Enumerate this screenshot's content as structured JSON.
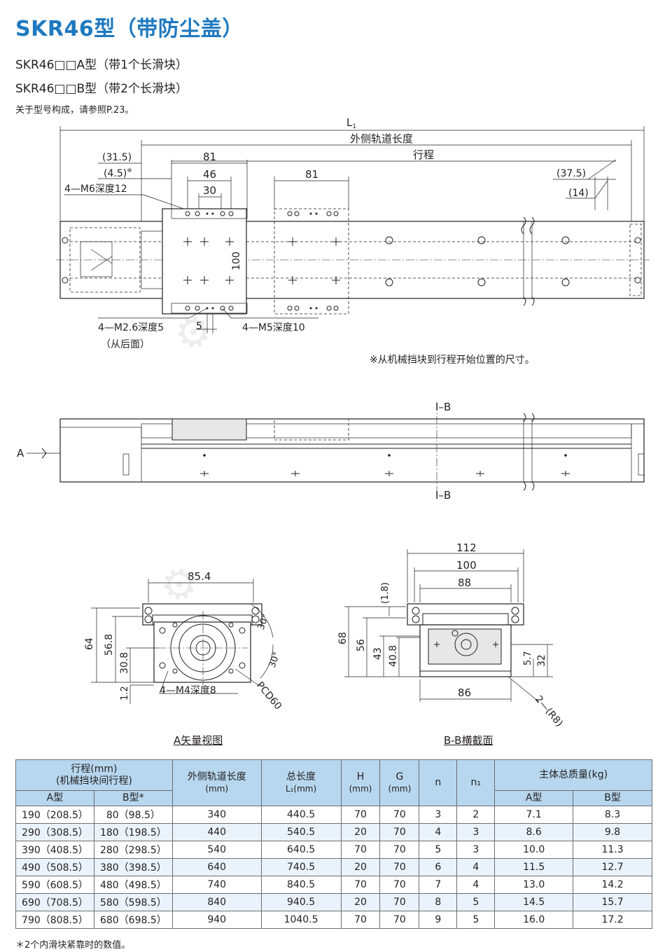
{
  "header": {
    "title": "SKR46型（带防尘盖）",
    "line1": "SKR46□□A型（带1个长滑块）",
    "line2": "SKR46□□B型（带2个长滑块）",
    "note": "关于型号构成，请参照P.23。"
  },
  "top_view": {
    "L1": "L",
    "L1_sub": "1",
    "outer_rail_length": "外侧轨道长度",
    "stroke": "行程",
    "dim_31_5": "(31.5)",
    "dim_4_5": "(4.5)",
    "dim_4_5_mark": "※",
    "dim_81a": "81",
    "dim_46": "46",
    "dim_30": "30",
    "dim_81b": "81",
    "dim_37_5": "(37.5)",
    "dim_14": "(14)",
    "dim_100": "100",
    "m6": "4—M6深度12",
    "m26": "4—M2.6深度5",
    "m26_note": "（从后面）",
    "dim_5": "5",
    "m5": "4—M5深度10",
    "footnote": "※从机械挡块到行程开始位置的尺寸。"
  },
  "side_view": {
    "a_label": "A",
    "bb_top": "B",
    "bb_bottom": "B"
  },
  "a_view": {
    "dim_85_4": "85.4",
    "dim_64": "64",
    "dim_56_8": "56.8",
    "dim_30_8": "30.8",
    "dim_1_2": "1.2",
    "angle1": "30°",
    "angle2": "30°",
    "m4": "4—M4深度8",
    "pcd": "PCD60",
    "caption": "A矢量视图"
  },
  "bb_view": {
    "dim_112": "112",
    "dim_100": "100",
    "dim_88": "88",
    "dim_1_8": "(1.8)",
    "dim_68": "68",
    "dim_56": "56",
    "dim_43": "43",
    "dim_40_8": "40.8",
    "dim_5_7": "5.7",
    "dim_32": "32",
    "dim_86": "86",
    "r8": "2—(R8)",
    "caption": "B-B横截面"
  },
  "table": {
    "h_stroke": "行程(mm)",
    "h_stroke2": "(机械挡块间行程)",
    "h_a": "A型",
    "h_b": "B型*",
    "h_rail": "外侧轨道长度",
    "h_rail_unit": "(mm)",
    "h_total": "总长度",
    "h_total_unit": "L₁(mm)",
    "h_H": "H",
    "h_H_unit": "(mm)",
    "h_G": "G",
    "h_G_unit": "(mm)",
    "h_n": "n",
    "h_n1": "n₁",
    "h_mass": "主体总质量(kg)",
    "h_mass_a": "A型",
    "h_mass_b": "B型",
    "rows": [
      {
        "a": "190（208.5）",
        "b": "80（98.5）",
        "rail": "340",
        "total": "440.5",
        "H": "70",
        "G": "70",
        "n": "3",
        "n1": "2",
        "ma": "7.1",
        "mb": "8.3"
      },
      {
        "a": "290（308.5）",
        "b": "180（198.5）",
        "rail": "440",
        "total": "540.5",
        "H": "20",
        "G": "70",
        "n": "4",
        "n1": "3",
        "ma": "8.6",
        "mb": "9.8"
      },
      {
        "a": "390（408.5）",
        "b": "280（298.5）",
        "rail": "540",
        "total": "640.5",
        "H": "70",
        "G": "70",
        "n": "5",
        "n1": "3",
        "ma": "10.0",
        "mb": "11.3"
      },
      {
        "a": "490（508.5）",
        "b": "380（398.5）",
        "rail": "640",
        "total": "740.5",
        "H": "20",
        "G": "70",
        "n": "6",
        "n1": "4",
        "ma": "11.5",
        "mb": "12.7"
      },
      {
        "a": "590（608.5）",
        "b": "480（498.5）",
        "rail": "740",
        "total": "840.5",
        "H": "70",
        "G": "70",
        "n": "7",
        "n1": "4",
        "ma": "13.0",
        "mb": "14.2"
      },
      {
        "a": "690（708.5）",
        "b": "580（598.5）",
        "rail": "840",
        "total": "940.5",
        "H": "20",
        "G": "70",
        "n": "8",
        "n1": "5",
        "ma": "14.5",
        "mb": "15.7"
      },
      {
        "a": "790（808.5）",
        "b": "680（698.5）",
        "rail": "940",
        "total": "1040.5",
        "H": "70",
        "G": "70",
        "n": "9",
        "n1": "5",
        "ma": "16.0",
        "mb": "17.2"
      }
    ],
    "footnote": "＊2个内滑块紧靠时的数值。"
  }
}
